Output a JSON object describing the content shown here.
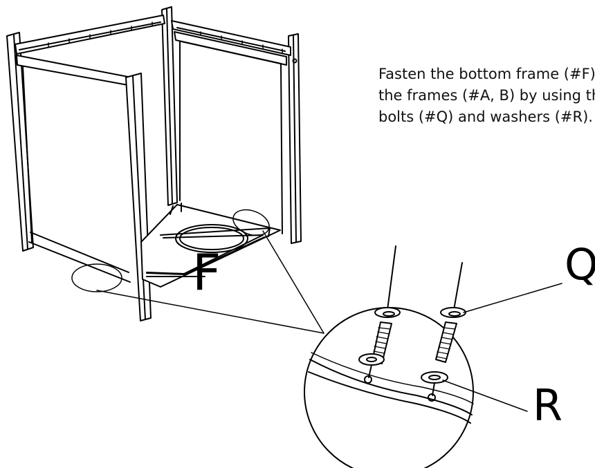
{
  "instructions": {
    "lines": [
      "Fasten the bottom frame (#F) to",
      "the frames (#A, B) by using the",
      "bolts (#Q) and washers (#R)."
    ]
  },
  "labels": {
    "frame": "F",
    "bolt": "Q",
    "washer": "R"
  },
  "colors": {
    "line": "#000000",
    "background": "#ffffff"
  }
}
